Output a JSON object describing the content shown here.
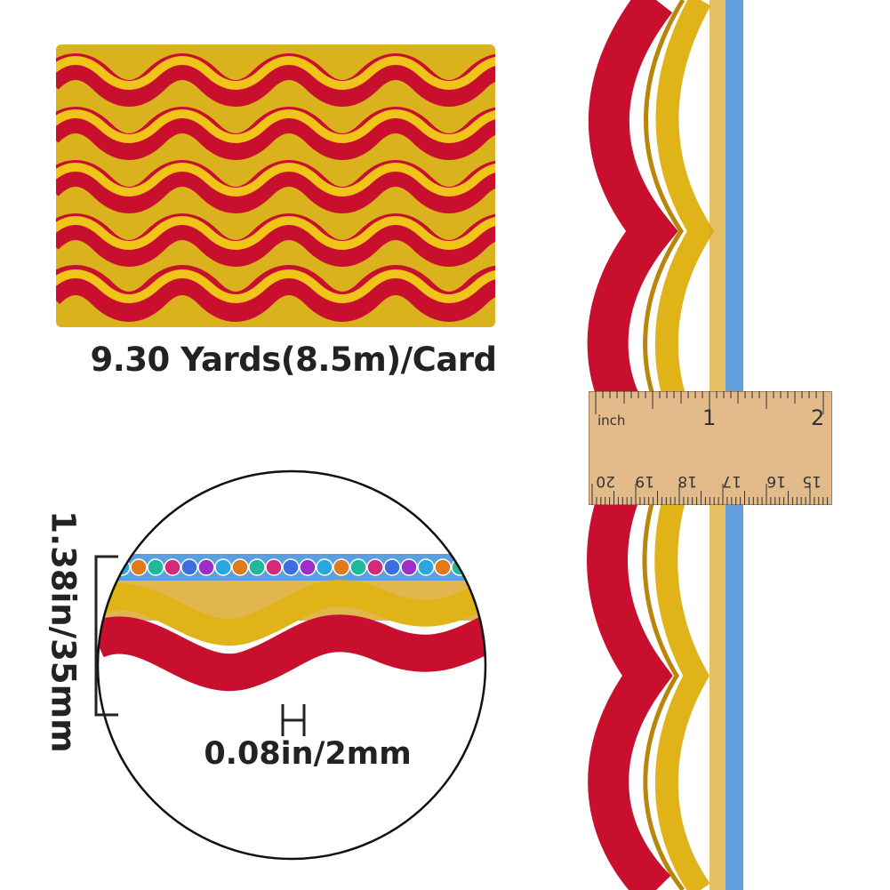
{
  "card": {
    "caption": "9.30 Yards(8.5m)/Card"
  },
  "zoom": {
    "height_label": "1.38in/35mm",
    "gap_label": "0.08in/2mm"
  },
  "ruler": {
    "unit_label": "inch",
    "inch_marks": [
      "1",
      "2"
    ],
    "cm_marks": [
      "20",
      "19",
      "18",
      "17",
      "16",
      "15"
    ]
  },
  "colors": {
    "red": "#c8102e",
    "gold": "#e0b418",
    "wood": "#e3bb8a"
  }
}
